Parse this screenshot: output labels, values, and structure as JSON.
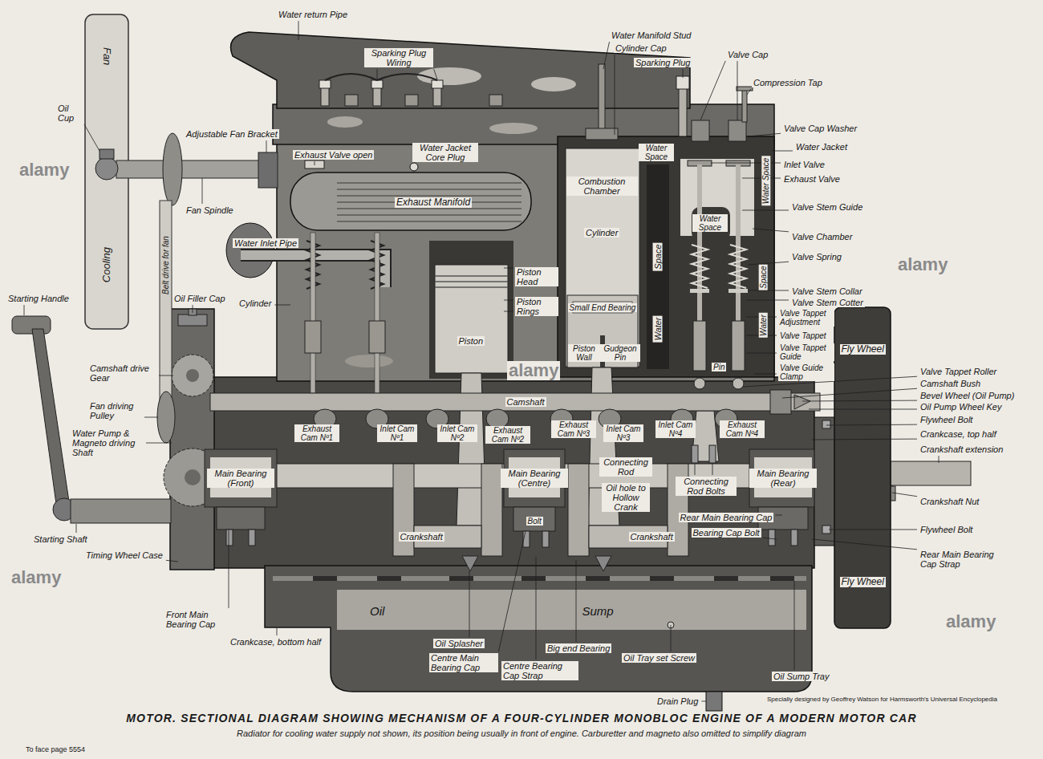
{
  "diagram": {
    "title": "MOTOR. SECTIONAL DIAGRAM SHOWING MECHANISM OF A FOUR-CYLINDER MONOBLOC ENGINE OF A MODERN MOTOR CAR",
    "caption": "Radiator for cooling water supply not shown, its position being usually in front of engine. Carburetter and magneto also omitted to simplify diagram",
    "labels": [
      "Fan",
      "Cooling",
      "Water return Pipe",
      "Sparking Plug Wiring",
      "Water Manifold Stud",
      "Cylinder Cap",
      "Sparking Plug",
      "Valve Cap",
      "Compression Tap",
      "Valve Cap Washer",
      "Water Jacket",
      "Inlet Valve",
      "Exhaust Valve",
      "Valve Stem Guide",
      "Valve Chamber",
      "Valve Spring",
      "Valve Stem Collar",
      "Valve Stem Cotter",
      "Valve Tappet Adjustment",
      "Valve Tappet",
      "Valve Tappet Guide",
      "Valve Guide Clamp",
      "Valve Tappet Roller",
      "Camshaft Bush",
      "Bevel Wheel (Oil Pump)",
      "Oil Pump Wheel Key",
      "Flywheel Bolt",
      "Crankcase, top half",
      "Crankshaft extension",
      "Crankshaft Nut",
      "Flywheel Bolt",
      "Rear Main Bearing Cap Strap",
      "Fly Wheel",
      "Fly Wheel",
      "Drain Plug",
      "Oil Sump Tray",
      "Oil Tray set Screw",
      "Big end Bearing",
      "Centre Bearing Cap Strap",
      "Centre Main Bearing Cap",
      "Oil Splasher",
      "Crankcase, bottom half",
      "Front Main Bearing Cap",
      "Timing Wheel Case",
      "Starting Shaft",
      "Water Pump & Magneto driving Shaft",
      "Fan driving Pulley",
      "Camshaft drive Gear",
      "Starting Handle",
      "Oil Filler Cap",
      "Belt drive for fan",
      "Oil Cup",
      "Adjustable Fan Bracket",
      "Fan Spindle",
      "Exhaust Valve open",
      "Water Jacket Core Plug",
      "Exhaust Manifold",
      "Water Inlet Pipe",
      "Cylinder",
      "Piston Head",
      "Piston Rings",
      "Piston",
      "Piston Wall",
      "Gudgeon Pin",
      "Small End Bearing",
      "Combustion Chamber",
      "Cylinder",
      "Water Space",
      "Space",
      "Water",
      "Water Space",
      "Water Space",
      "Space",
      "Water",
      "Pin",
      "Camshaft",
      "Exhaust Cam Nº1",
      "Inlet Cam Nº1",
      "Inlet Cam Nº2",
      "Exhaust Cam Nº2",
      "Exhaust Cam Nº3",
      "Inlet Cam Nº3",
      "Inlet Cam Nº4",
      "Exhaust Cam Nº4",
      "Connecting Rod",
      "Oil hole to Hollow Crank",
      "Connecting Rod Bolts",
      "Main Bearing (Front)",
      "Main Bearing (Centre)",
      "Main Bearing (Rear)",
      "Crankshaft",
      "Crankshaft",
      "Bolt",
      "Rear Main Bearing Cap",
      "Bearing Cap Bolt",
      "Oil",
      "Sump",
      "Specially designed by Geoffrey Watson for Harmsworth's Universal Encyclopedia",
      "To face page 5554",
      "alamy",
      "alamy",
      "alamy",
      "alamy",
      "alamy"
    ]
  }
}
